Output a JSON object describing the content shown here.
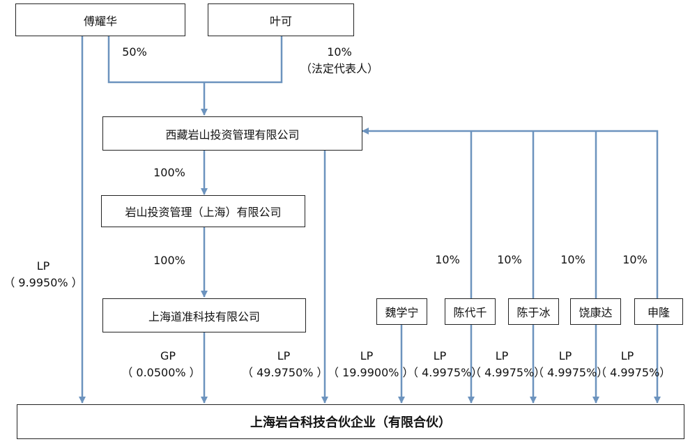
{
  "entities": {
    "fu": "傅耀华",
    "ye": "叶可",
    "xizang": "西藏岩山投资管理有限公司",
    "yanshan_sh": "岩山投资管理（上海）有限公司",
    "daozhun": "上海道准科技有限公司",
    "wei": "魏学宁",
    "chen_daiqian": "陈代千",
    "chen_yubing": "陈于冰",
    "rao": "饶康达",
    "shen": "申隆",
    "target": "上海岩合科技合伙企业（有限合伙）"
  },
  "labels": {
    "fu_to_xizang": "50%",
    "ye_to_xizang_pct": "10%",
    "ye_to_xizang_role": "（法定代表人）",
    "xizang_to_yanshan": "100%",
    "yanshan_to_daozhun": "100%",
    "fu_role": "LP",
    "fu_pct": "（ 9.9950% ）",
    "daozhun_role": "GP",
    "daozhun_pct": "（ 0.0500% ）",
    "xizang_role": "LP",
    "xizang_pct": "（ 49.9750% ）",
    "wei_role": "LP",
    "wei_pct": "（ 19.9900% ）",
    "chen_daiqian_role": "LP",
    "chen_daiqian_pct": "（ 4.9975%）",
    "chen_yubing_role": "LP",
    "chen_yubing_pct": "（ 4.9975%）",
    "rao_role": "LP",
    "rao_pct": "（ 4.9975%）",
    "shen_role": "LP",
    "shen_pct": "（ 4.9975%）",
    "chen_daiqian_to_xizang": "10%",
    "chen_yubing_to_xizang": "10%",
    "rao_to_xizang": "10%",
    "shen_to_xizang": "10%"
  },
  "colors": {
    "line": "#6c93be",
    "border": "#222222"
  }
}
